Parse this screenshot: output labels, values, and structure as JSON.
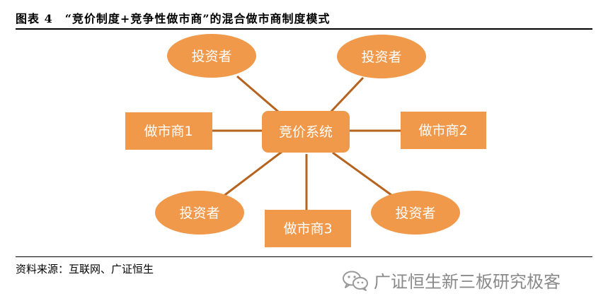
{
  "figure": {
    "title": "图表 4　“竞价制度+竞争性做市商”的混合做市商制度模式",
    "source": "资料来源：互联网、广证恒生"
  },
  "diagram": {
    "center": {
      "label": "竞价系统"
    },
    "market_makers": [
      {
        "label": "做市商1"
      },
      {
        "label": "做市商2"
      },
      {
        "label": "做市商3"
      }
    ],
    "investors": [
      {
        "label": "投资者"
      },
      {
        "label": "投资者"
      },
      {
        "label": "投资者"
      },
      {
        "label": "投资者"
      }
    ]
  },
  "watermark": {
    "text": "广证恒生新三板研究极客",
    "icon": "wechat-icon"
  },
  "colors": {
    "node_fill": "#f0994a",
    "connector": "#b5631f",
    "label": "#ffffff",
    "watermark": "#8a8a8a"
  }
}
